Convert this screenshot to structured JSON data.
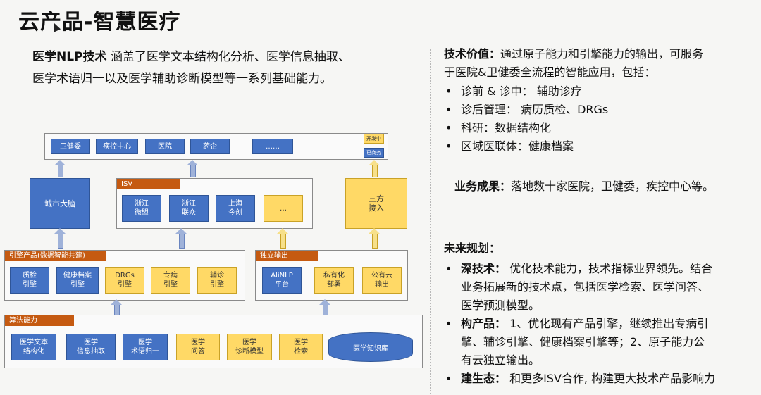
{
  "title": "云产品-智慧医疗",
  "intro": {
    "bold": "医学NLP技术",
    "line1": "涵盖了医学文本结构化分析、医学信息抽取、",
    "line2": "医学术语归一以及医学辅助诊断模型等一系列基础能力。"
  },
  "diagram": {
    "top_clients": [
      "卫健委",
      "疾控中心",
      "医院",
      "药企",
      "……"
    ],
    "legend": [
      "开发中",
      "已商务"
    ],
    "city_brain": "城市大脑",
    "isv": {
      "label": "ISV",
      "items": [
        "浙江\n微盟",
        "浙江\n联众",
        "上海\n今创",
        "…"
      ]
    },
    "third_party": "三方\n接入",
    "engine": {
      "label": "引擎产品(数据智能共建)",
      "items": [
        "质检\n引擎",
        "健康档案\n引擎",
        "DRGs\n引擎",
        "专病\n引擎",
        "辅诊\n引擎"
      ]
    },
    "standalone": {
      "label": "独立输出",
      "items": [
        "AliNLP\n平台",
        "私有化\n部署",
        "公有云\n输出"
      ]
    },
    "algorithm": {
      "label": "算法能力",
      "items": [
        "医学文本\n结构化",
        "医学\n信息抽取",
        "医学\n术语归一",
        "医学\n问答",
        "医学\n诊断模型",
        "医学\n检索"
      ],
      "kb": "医学知识库"
    }
  },
  "right": {
    "tech_value_label": "技术价值：",
    "tech_value_line1": "通过原子能力和引擎能力的输出，可服务",
    "tech_value_line2": "于医院&卫健委全流程的智能应用，包括：",
    "tech_bullets": [
      "诊前 & 诊中： 辅助诊疗",
      "诊后管理： 病历质检、DRGs",
      "科研：数据结构化",
      "区域医联体：健康档案"
    ],
    "results_label": "业务成果：",
    "results_text": "落地数十家医院，卫健委，疾控中心等。",
    "future_label": "未来规划：",
    "future": [
      {
        "label": "深技术：",
        "lines": [
          " 优化技术能力，技术指标业界领先。结合",
          "业务拓展新的技术点，包括医学检索、医学问答、",
          "医学预测模型。"
        ]
      },
      {
        "label": "构产品：",
        "lines": [
          " 1、优化现有产品引擎，继续推出专病引",
          "擎、辅诊引擎、健康档案引擎等；2、原子能力公",
          "有云独立输出。"
        ]
      },
      {
        "label": "建生态：",
        "lines": [
          " 和更多ISV合作, 构建更大技术产品影响力"
        ]
      }
    ]
  },
  "colors": {
    "blue": "#4472c4",
    "yellow": "#ffd966",
    "orange": "#c55a11"
  }
}
